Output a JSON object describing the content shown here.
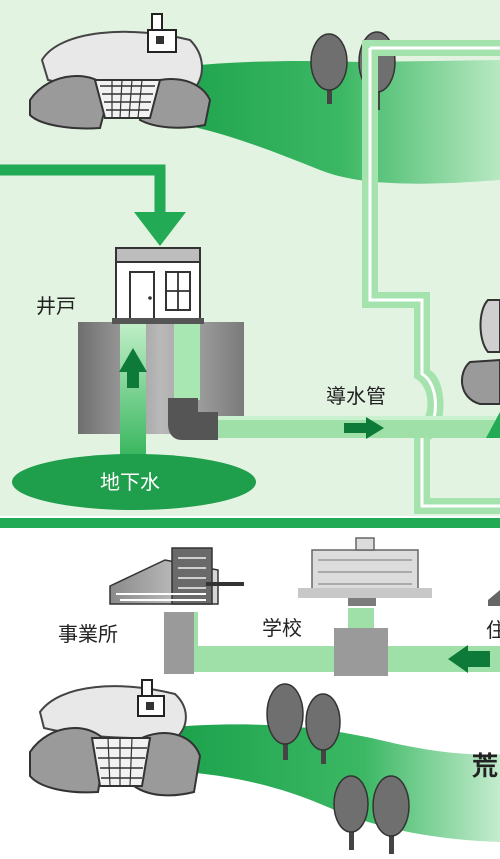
{
  "labels": {
    "well": "井戸",
    "groundwater": "地下水",
    "conduit": "導水管",
    "business": "事業所",
    "school": "学校",
    "residence_partial": "住",
    "river_partial": "荒"
  },
  "colors": {
    "background": "#ffffff",
    "pale_green_band": "#ddf2dc",
    "pipe_light_green": "#9fe0a8",
    "pipe_inner_green": "#6fcf86",
    "flow_green": "#1fa84a",
    "dark_green_arrow": "#0d7a3a",
    "divider_green": "#22aa55",
    "ground_gray": "#8a8a8a",
    "dark_gray": "#555555"
  },
  "icons": {
    "dam": "dam-illustration",
    "tree": "tree-icon",
    "house": "well-house-icon",
    "office": "office-building-icon",
    "school": "school-building-icon",
    "reservoir": "reservoir-tank-icon"
  }
}
